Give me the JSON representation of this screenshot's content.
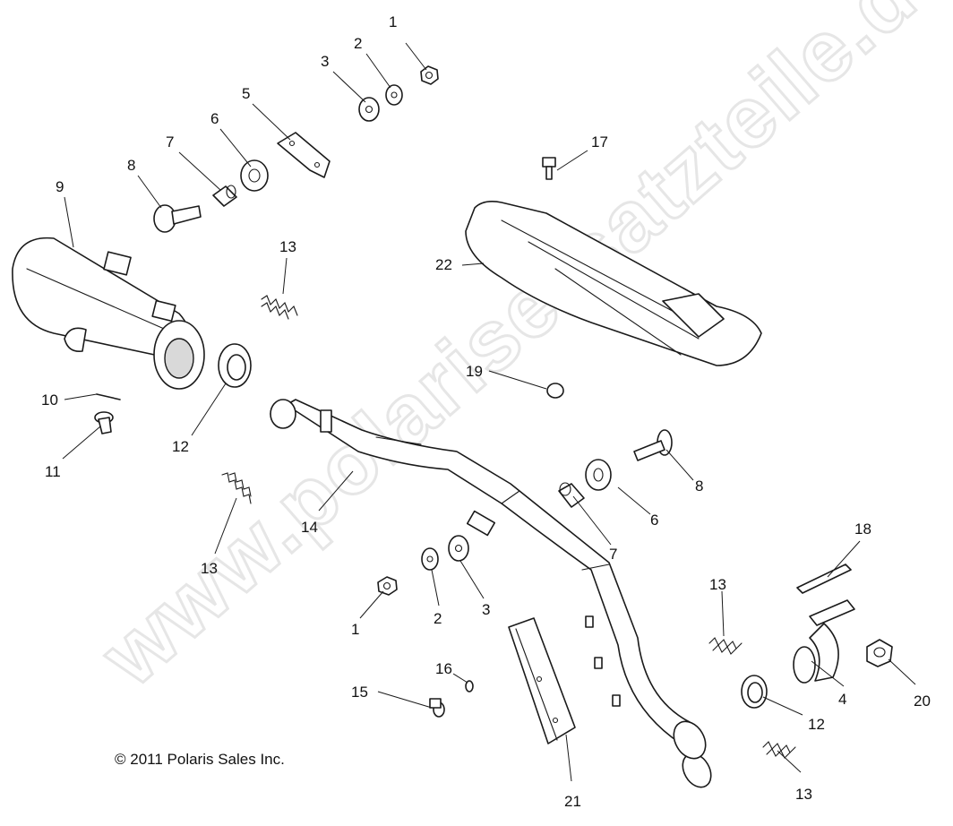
{
  "copyright": "© 2011 Polaris Sales Inc.",
  "watermark": "www.polarisersatzteile.de",
  "callouts": [
    {
      "label": "1"
    },
    {
      "label": "2"
    },
    {
      "label": "3"
    },
    {
      "label": "5"
    },
    {
      "label": "6"
    },
    {
      "label": "7"
    },
    {
      "label": "8"
    },
    {
      "label": "9"
    },
    {
      "label": "13"
    },
    {
      "label": "17"
    },
    {
      "label": "22"
    },
    {
      "label": "10"
    },
    {
      "label": "11"
    },
    {
      "label": "12"
    },
    {
      "label": "19"
    },
    {
      "label": "14"
    },
    {
      "label": "13"
    },
    {
      "label": "8"
    },
    {
      "label": "6"
    },
    {
      "label": "7"
    },
    {
      "label": "1"
    },
    {
      "label": "2"
    },
    {
      "label": "3"
    },
    {
      "label": "18"
    },
    {
      "label": "13"
    },
    {
      "label": "16"
    },
    {
      "label": "15"
    },
    {
      "label": "12"
    },
    {
      "label": "4"
    },
    {
      "label": "20"
    },
    {
      "label": "13"
    },
    {
      "label": "21"
    }
  ]
}
